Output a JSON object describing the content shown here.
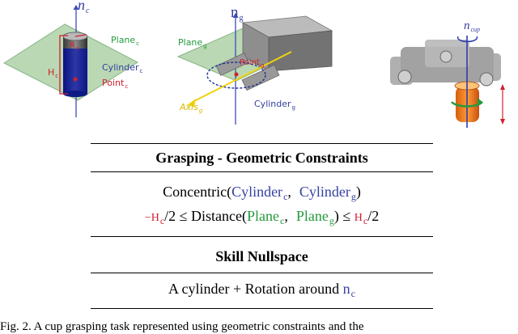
{
  "figure": {
    "left_panel": {
      "normal_label": "n",
      "normal_subscript": "c",
      "plane_label": "Plane",
      "plane_subscript": "c",
      "radius_label": "R",
      "radius_subscript": "c",
      "cylinder_label": "Cylinder",
      "cylinder_subscript": "c",
      "height_label": "H",
      "height_subscript": "c",
      "point_label": "Point",
      "point_subscript": "c"
    },
    "middle_panel": {
      "normal_label": "n",
      "normal_subscript": "g",
      "plane_label": "Plane",
      "plane_subscript": "g",
      "point_label": "Point",
      "point_subscript": "g",
      "axis_label": "Axis",
      "axis_subscript": "g",
      "cylinder_label": "Cylinder",
      "cylinder_subscript": "g"
    },
    "right_panel": {
      "normal_label": "n",
      "normal_subscript": "cup"
    }
  },
  "table": {
    "section1_title": "Grasping - Geometric Constraints",
    "constraint1": {
      "name": "Concentric(",
      "arg1": "Cylinder",
      "arg1_sub": "c",
      "separator": ",",
      "arg2": "Cylinder",
      "arg2_sub": "g",
      "close": ")"
    },
    "constraint2": {
      "left_minus": "−",
      "left_h": "H",
      "left_h_sub": "c",
      "left_half": "/2",
      "leq_left": "≤",
      "name": "Distance(",
      "arg1": "Plane",
      "arg1_sub": "c",
      "separator": ",",
      "arg2": "Plane",
      "arg2_sub": "g",
      "close": ")",
      "leq_right": "≤",
      "right_h": "H",
      "right_h_sub": "c",
      "right_half": "/2"
    },
    "section2_title": "Skill Nullspace",
    "nullspace": {
      "text": "A cylinder + Rotation around",
      "n": "n",
      "n_sub": "c"
    }
  },
  "caption": {
    "text": "Fig. 2.    A cup grasping task represented using geometric constraints and the"
  },
  "colors": {
    "blue": "#3540a1",
    "green": "#239a3d",
    "red": "#d12030",
    "yellow": "#f1d20f",
    "plane": "#b9d8b3"
  }
}
